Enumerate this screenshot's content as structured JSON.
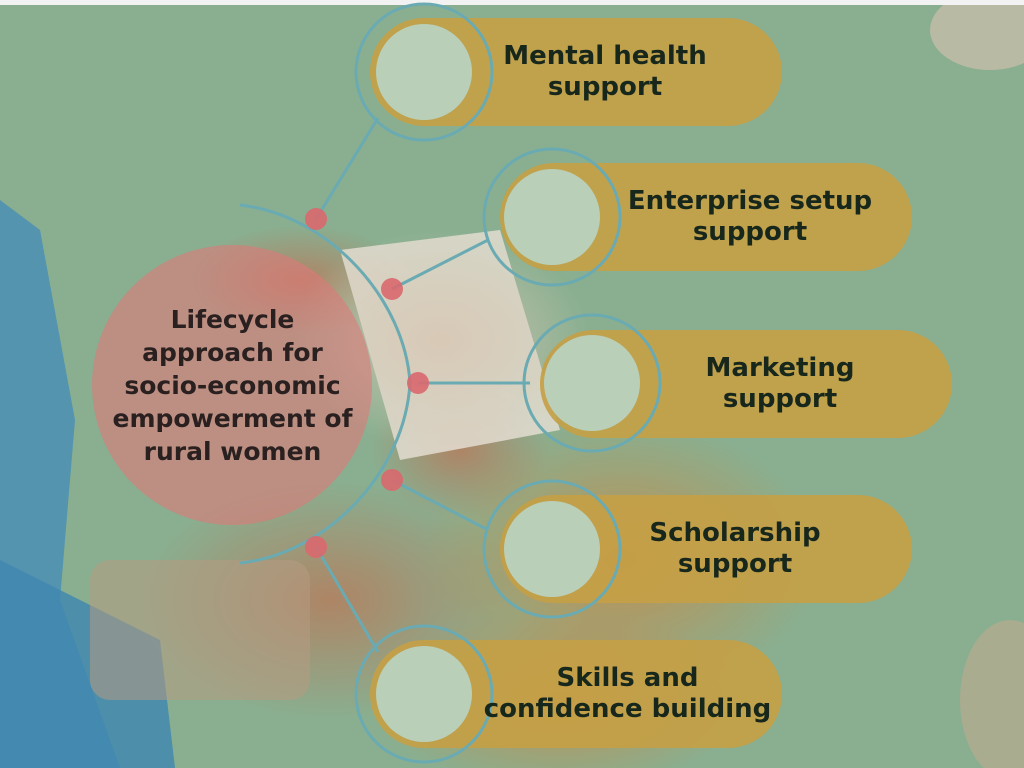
{
  "hub": {
    "text": "Lifecycle\napproach for\nsocio-economic\nempowerment of\nrural women"
  },
  "items": [
    {
      "label": "Mental health\nsupport"
    },
    {
      "label": "Enterprise setup\nsupport"
    },
    {
      "label": "Marketing\nsupport"
    },
    {
      "label": "Scholarship\nsupport"
    },
    {
      "label": "Skills and\nconfidence building"
    }
  ],
  "colors": {
    "background_green": "#8fb497",
    "pill_gold": "#c4a046",
    "ring_teal": "#6aaab2",
    "node_red": "#d9686e",
    "hub_red": "#de7a7a",
    "text_dark": "#17271b"
  }
}
